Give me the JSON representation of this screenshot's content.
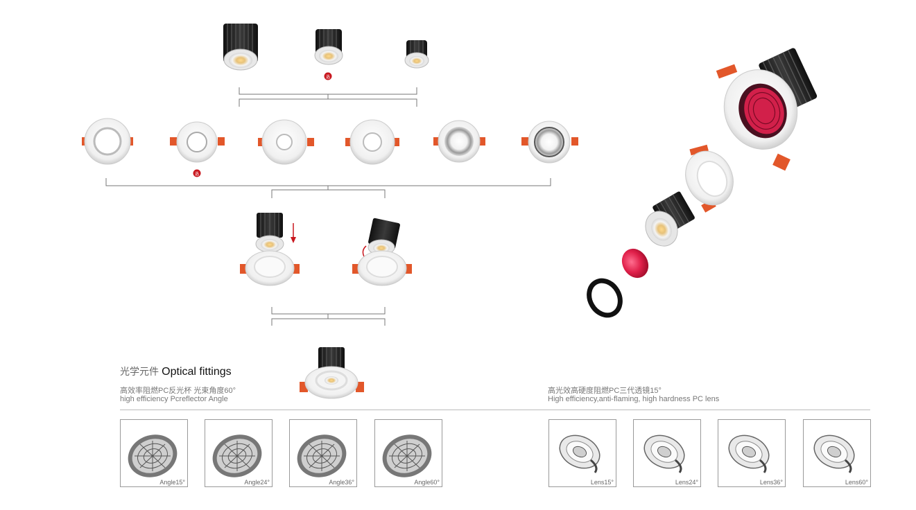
{
  "heading": {
    "cn": "光学元件",
    "en": "Optical fittings"
  },
  "reflector": {
    "cn": "高效率阻燃PC反光杯 光束角度60°",
    "en": "high efficiency Pcreflector Angle",
    "items": [
      {
        "label": "Angle15°"
      },
      {
        "label": "Angle24°"
      },
      {
        "label": "Angle36°"
      },
      {
        "label": "Angle60°"
      }
    ]
  },
  "lens": {
    "cn": "高光效高硬度阻燃PC三代透镜15°",
    "en": "High efficiency,anti-flaming, high hardness PC lens",
    "items": [
      {
        "label": "Lens15°"
      },
      {
        "label": "Lens24°"
      },
      {
        "label": "Lens36°"
      },
      {
        "label": "Lens60°"
      }
    ]
  },
  "selected_badge": "选",
  "colors": {
    "accent_orange": "#e2572a",
    "badge_red": "#c8161d",
    "lens_red": "#e0204a"
  }
}
